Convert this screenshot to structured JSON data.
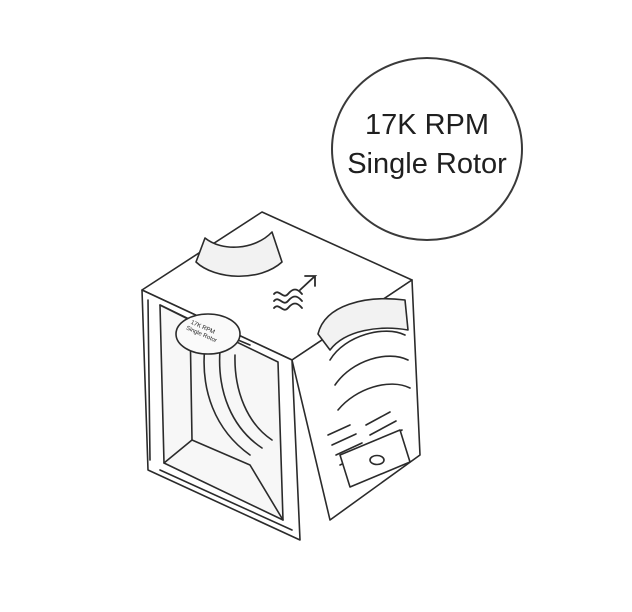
{
  "figure": {
    "badge": {
      "line1": "17K RPM",
      "line2": "Single Rotor"
    },
    "label_on_body": "17K RPM Single Rotor",
    "colors": {
      "line": "#2b2b2b",
      "fill": "#ffffff",
      "shade": "#f2f2f2",
      "background": "#ffffff"
    },
    "icons": [
      "airflow-arrow-icon",
      "mounting-tab-icon"
    ]
  }
}
